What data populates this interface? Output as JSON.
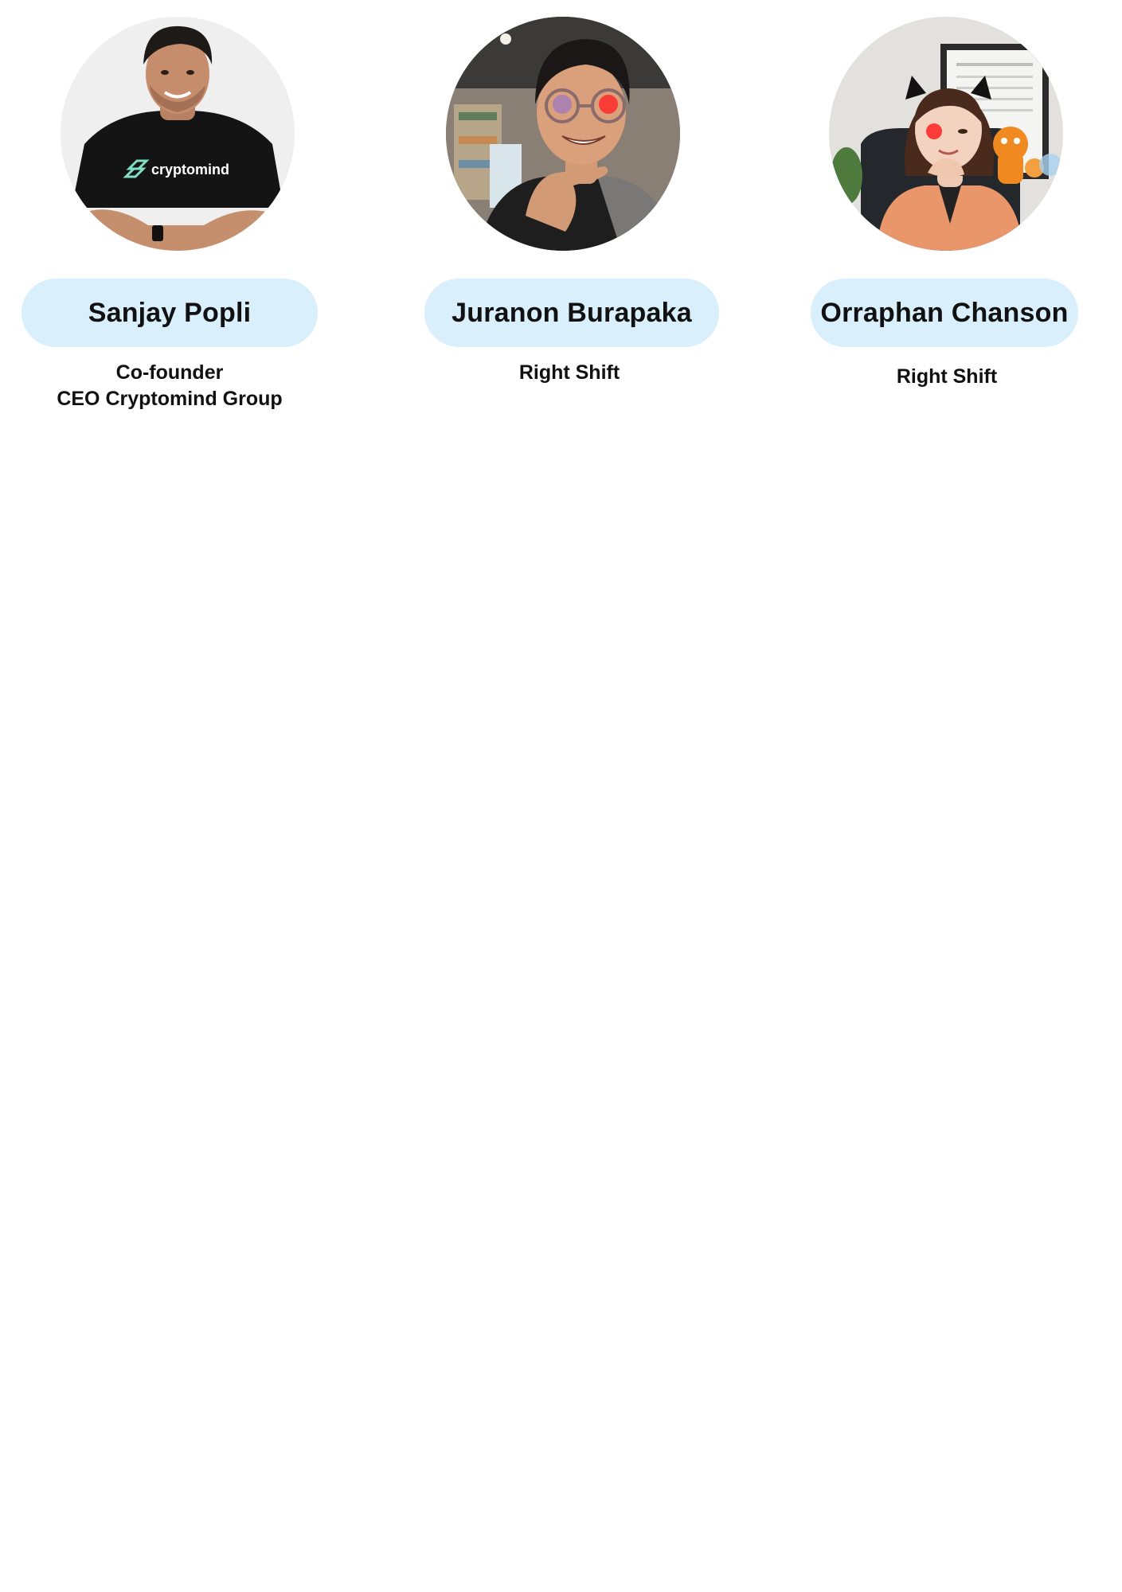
{
  "profiles": [
    {
      "name": "Sanjay Popli",
      "role_lines": [
        "Co-founder",
        "CEO Cryptomind Group"
      ],
      "shirt_logo": "cryptomind",
      "photo_icon": "portrait-photo"
    },
    {
      "name": "Juranon Burapaka",
      "role_lines": [
        "Right Shift"
      ],
      "photo_icon": "portrait-photo"
    },
    {
      "name": "Orraphan Chanson",
      "role_lines": [
        "Right Shift"
      ],
      "photo_icon": "portrait-photo"
    }
  ],
  "colors": {
    "pill_background": "#d9effc",
    "text": "#111111",
    "logo_accent": "#7fe0c4"
  }
}
